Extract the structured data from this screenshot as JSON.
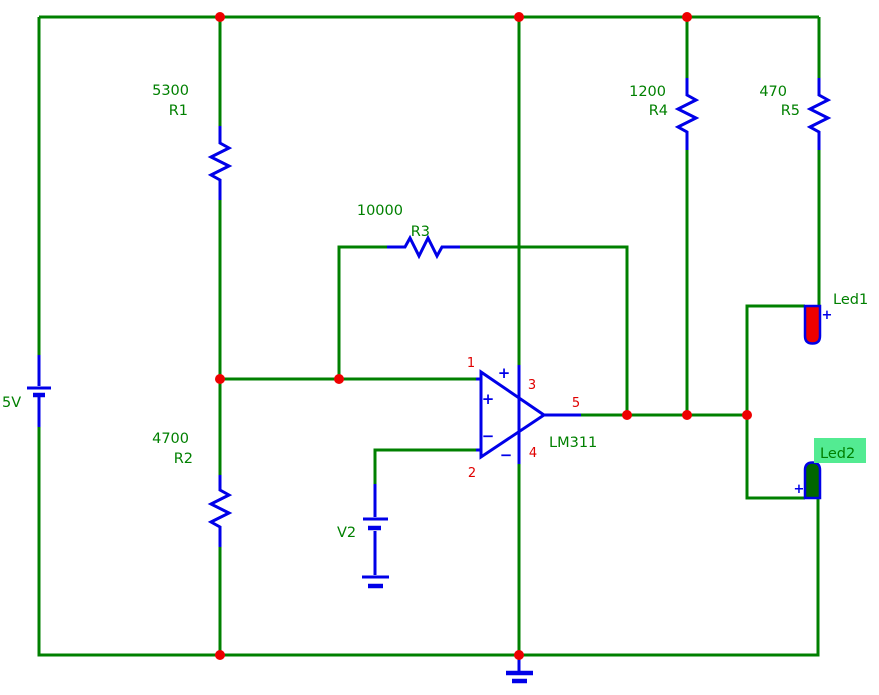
{
  "colors": {
    "wire_green": "#008000",
    "component_blue": "#0000E8",
    "junction_red": "#EE0000",
    "pin_text_red": "#E00000",
    "label_green": "#008000",
    "led1_fill": "#EE0000",
    "led2_fill": "#006600",
    "led2_highlight": "#53EB92",
    "background": "#FFFFFF"
  },
  "signs": {
    "plus": "+",
    "minus": "−"
  },
  "components": {
    "v1": {
      "label": "5V"
    },
    "v2": {
      "label": "V2"
    },
    "r1": {
      "value": "5300",
      "name": "R1"
    },
    "r2": {
      "value": "4700",
      "name": "R2"
    },
    "r3": {
      "value": "10000",
      "name": "R3"
    },
    "r4": {
      "value": "1200",
      "name": "R4"
    },
    "r5": {
      "value": "470",
      "name": "R5"
    },
    "opamp": {
      "part": "LM311",
      "pin1": "1",
      "pin2": "2",
      "pin3": "3",
      "pin4": "4",
      "pin5": "5"
    },
    "led1": {
      "label": "Led1"
    },
    "led2": {
      "label": "Led2"
    }
  }
}
